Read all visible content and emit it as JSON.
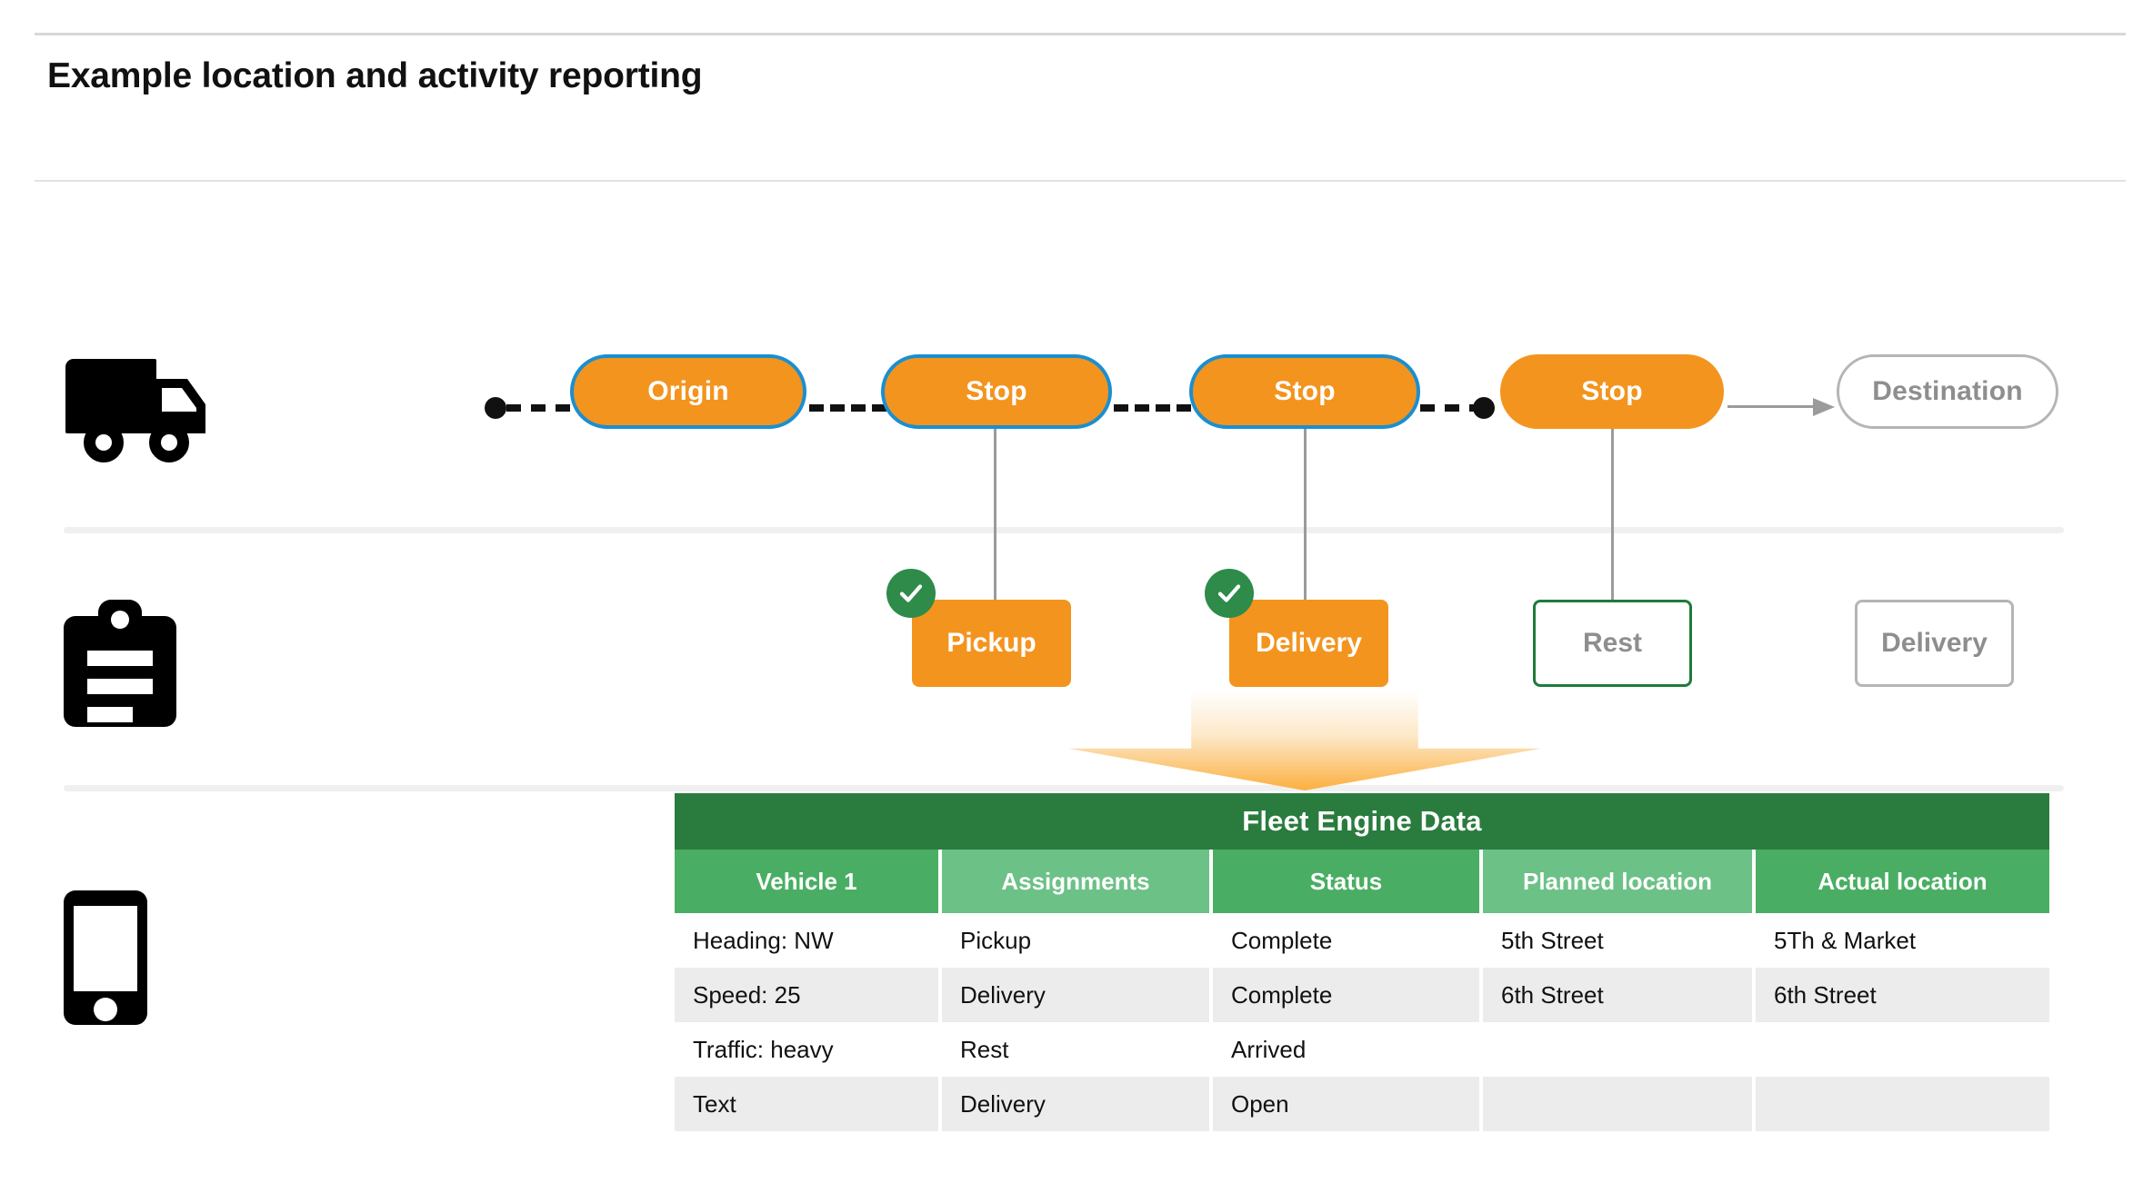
{
  "header": {
    "title": "Example location and activity reporting"
  },
  "lanes": {
    "vehicle_icon": "truck-icon",
    "activity_icon": "clipboard-icon",
    "device_icon": "mobile-phone-icon"
  },
  "route": {
    "nodes": [
      {
        "label": "Origin",
        "style": "filled",
        "bordered": true
      },
      {
        "label": "Stop",
        "style": "filled",
        "bordered": true
      },
      {
        "label": "Stop",
        "style": "filled",
        "bordered": true
      },
      {
        "label": "Stop",
        "style": "filled",
        "bordered": false
      },
      {
        "label": "Destination",
        "style": "ghost",
        "bordered": true
      }
    ]
  },
  "activities": [
    {
      "label": "Pickup",
      "style": "filled",
      "completed": true
    },
    {
      "label": "Delivery",
      "style": "filled",
      "completed": true
    },
    {
      "label": "Rest",
      "style": "open-green",
      "completed": false
    },
    {
      "label": "Delivery",
      "style": "open-gray",
      "completed": false
    }
  ],
  "fleet_table": {
    "title": "Fleet Engine Data",
    "columns": [
      "Vehicle 1",
      "Assignments",
      "Status",
      "Planned location",
      "Actual location"
    ],
    "rows": [
      [
        "Heading: NW",
        "Pickup",
        "Complete",
        "5th Street",
        "5Th & Market"
      ],
      [
        "Speed: 25",
        "Delivery",
        "Complete",
        "6th Street",
        "6th Street"
      ],
      [
        "Traffic: heavy",
        "Rest",
        "Arrived",
        "",
        ""
      ],
      [
        "Text",
        "Delivery",
        "Open",
        "",
        ""
      ]
    ]
  },
  "colors": {
    "orange": "#F3941F",
    "node_border_blue": "#1A8FD0",
    "check_green": "#2E8B4A",
    "rest_border_green": "#1E7B3C",
    "table_title_green": "#2A7C3E",
    "header_green_dark": "#49AE63",
    "header_green_light": "#6CC186",
    "ghost_gray": "#8e8e8e",
    "row_alt": "#ececec"
  }
}
